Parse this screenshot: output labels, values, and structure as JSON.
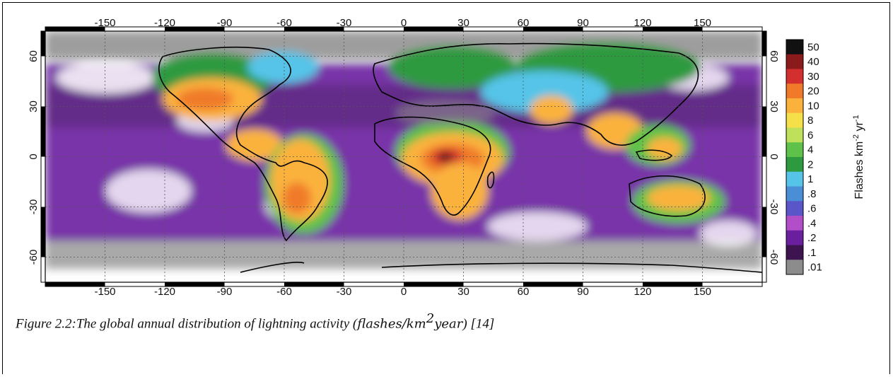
{
  "figure": {
    "caption_prefix": "Figure 2.2:The global annual distribution of lightning activity (",
    "caption_unit_base": "flashes/km",
    "caption_unit_exp": "2",
    "caption_unit_tail": "year",
    "caption_suffix": ") [14]"
  },
  "map": {
    "lon_ticks": [
      "-150",
      "-120",
      "-90",
      "-60",
      "-30",
      "0",
      "30",
      "60",
      "90",
      "120",
      "150"
    ],
    "lat_ticks": [
      "60",
      "30",
      "0",
      "-30",
      "-60"
    ],
    "colors": {
      "background": "#ffffff",
      "border": "#000000",
      "grid": "#555555"
    }
  },
  "colorbar": {
    "title": "Flashes km",
    "title_exp1": "-2",
    "title_mid": " yr",
    "title_exp2": "-1",
    "levels": [
      {
        "label": "50",
        "color": "#111111"
      },
      {
        "label": "40",
        "color": "#8b1a1a"
      },
      {
        "label": "30",
        "color": "#d32f2f"
      },
      {
        "label": "20",
        "color": "#f07a2a"
      },
      {
        "label": "10",
        "color": "#fbb23c"
      },
      {
        "label": "8",
        "color": "#f6e04a"
      },
      {
        "label": "6",
        "color": "#bfe05a"
      },
      {
        "label": "4",
        "color": "#5ec24a"
      },
      {
        "label": "2",
        "color": "#2e9a40"
      },
      {
        "label": "1",
        "color": "#55c4e8"
      },
      {
        "label": ".8",
        "color": "#4a8ed6"
      },
      {
        "label": ".6",
        "color": "#5a55c8"
      },
      {
        "label": ".4",
        "color": "#b24fc8"
      },
      {
        "label": ".2",
        "color": "#6a1f9e"
      },
      {
        "label": ".1",
        "color": "#3d1450"
      },
      {
        "label": ".01",
        "color": "#8c8c8c"
      }
    ]
  }
}
